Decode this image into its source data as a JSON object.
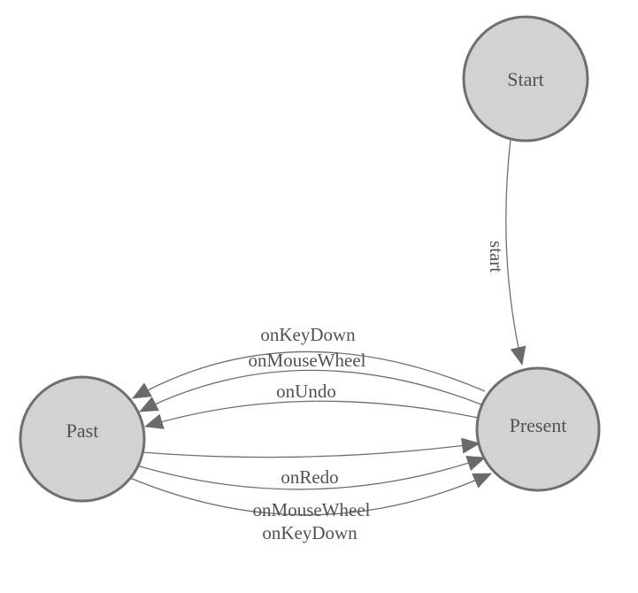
{
  "diagram": {
    "title": "undo-redo state machine diagram",
    "type": "state-diagram",
    "colors": {
      "background": "#ffffff",
      "node_fill": "#d2d2d2",
      "node_stroke": "#6f6f6f",
      "edge_stroke": "#6f6f6f",
      "arrowhead": "#6a6a6a",
      "text": "#515151"
    },
    "nodes": [
      {
        "id": "start",
        "label": "Start"
      },
      {
        "id": "present",
        "label": "Present"
      },
      {
        "id": "past",
        "label": "Past"
      }
    ],
    "edges": [
      {
        "from": "Start",
        "to": "Present",
        "label": "start"
      },
      {
        "from": "Present",
        "to": "Past",
        "label": "onKeyDown"
      },
      {
        "from": "Present",
        "to": "Past",
        "label": "onMouseWheel"
      },
      {
        "from": "Present",
        "to": "Past",
        "label": "onUndo"
      },
      {
        "from": "Past",
        "to": "Present",
        "label": "onRedo"
      },
      {
        "from": "Past",
        "to": "Present",
        "label": "onMouseWheel"
      },
      {
        "from": "Past",
        "to": "Present",
        "label": "onKeyDown"
      }
    ]
  }
}
